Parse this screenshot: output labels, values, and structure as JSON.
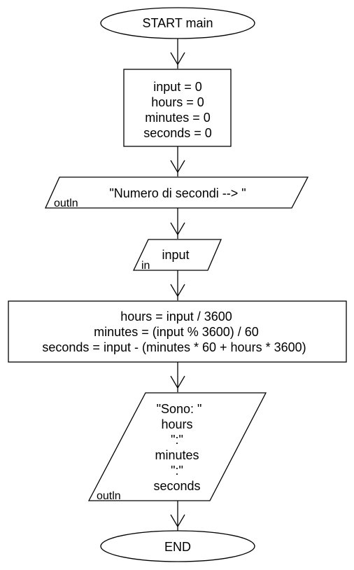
{
  "flowchart": {
    "start": {
      "label": "START main"
    },
    "init_block": {
      "lines": [
        "input = 0",
        "hours = 0",
        "minutes = 0",
        "seconds = 0"
      ]
    },
    "prompt_output": {
      "text": "\"Numero di secondi --> \"",
      "tag": "outln"
    },
    "read_input": {
      "text": "input",
      "tag": "in"
    },
    "compute_block": {
      "lines": [
        "hours = input / 3600",
        "minutes = (input % 3600) / 60",
        "seconds = input - (minutes * 60 + hours * 3600)"
      ]
    },
    "result_output": {
      "lines": [
        "\"Sono: \"",
        "hours",
        "\":\"",
        "minutes",
        "\":\"",
        "seconds"
      ],
      "tag": "outln"
    },
    "end": {
      "label": "END"
    }
  }
}
